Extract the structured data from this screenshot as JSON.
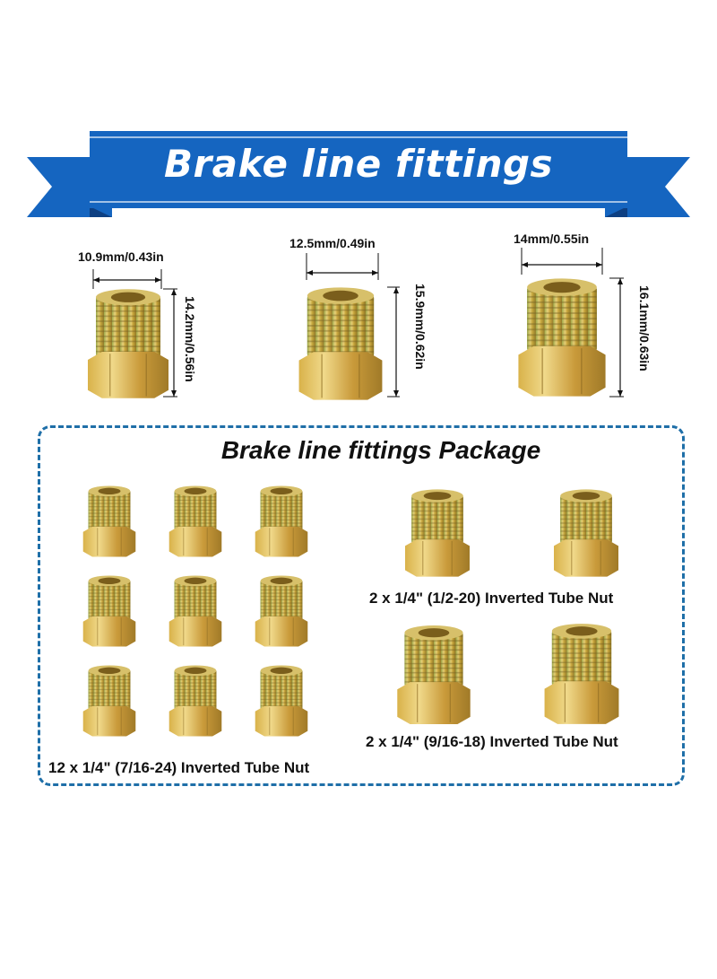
{
  "banner": {
    "title": "Brake line fittings",
    "color": "#1565c0",
    "dark_color": "#0d3f82"
  },
  "dimensions": [
    {
      "width_label": "10.9mm/0.43in",
      "height_label": "14.2mm/0.56in"
    },
    {
      "width_label": "12.5mm/0.49in",
      "height_label": "15.9mm/0.62in"
    },
    {
      "width_label": "14mm/0.55in",
      "height_label": "16.1mm/0.63in"
    }
  ],
  "package": {
    "title": "Brake line fittings Package",
    "border_color": "#1f6fa8",
    "groups": [
      {
        "caption": "12 x 1/4\" (7/16-24) Inverted Tube Nut",
        "count": 12
      },
      {
        "caption": "2 x 1/4\" (1/2-20) Inverted Tube Nut",
        "count": 2
      },
      {
        "caption": "2 x 1/4\" (9/16-18) Inverted Tube Nut",
        "count": 2
      }
    ]
  },
  "colors": {
    "brass_light": "#e8d27a",
    "brass_mid": "#c8a43a",
    "brass_dark": "#8c7424",
    "brass_green": "#9aa84a"
  }
}
